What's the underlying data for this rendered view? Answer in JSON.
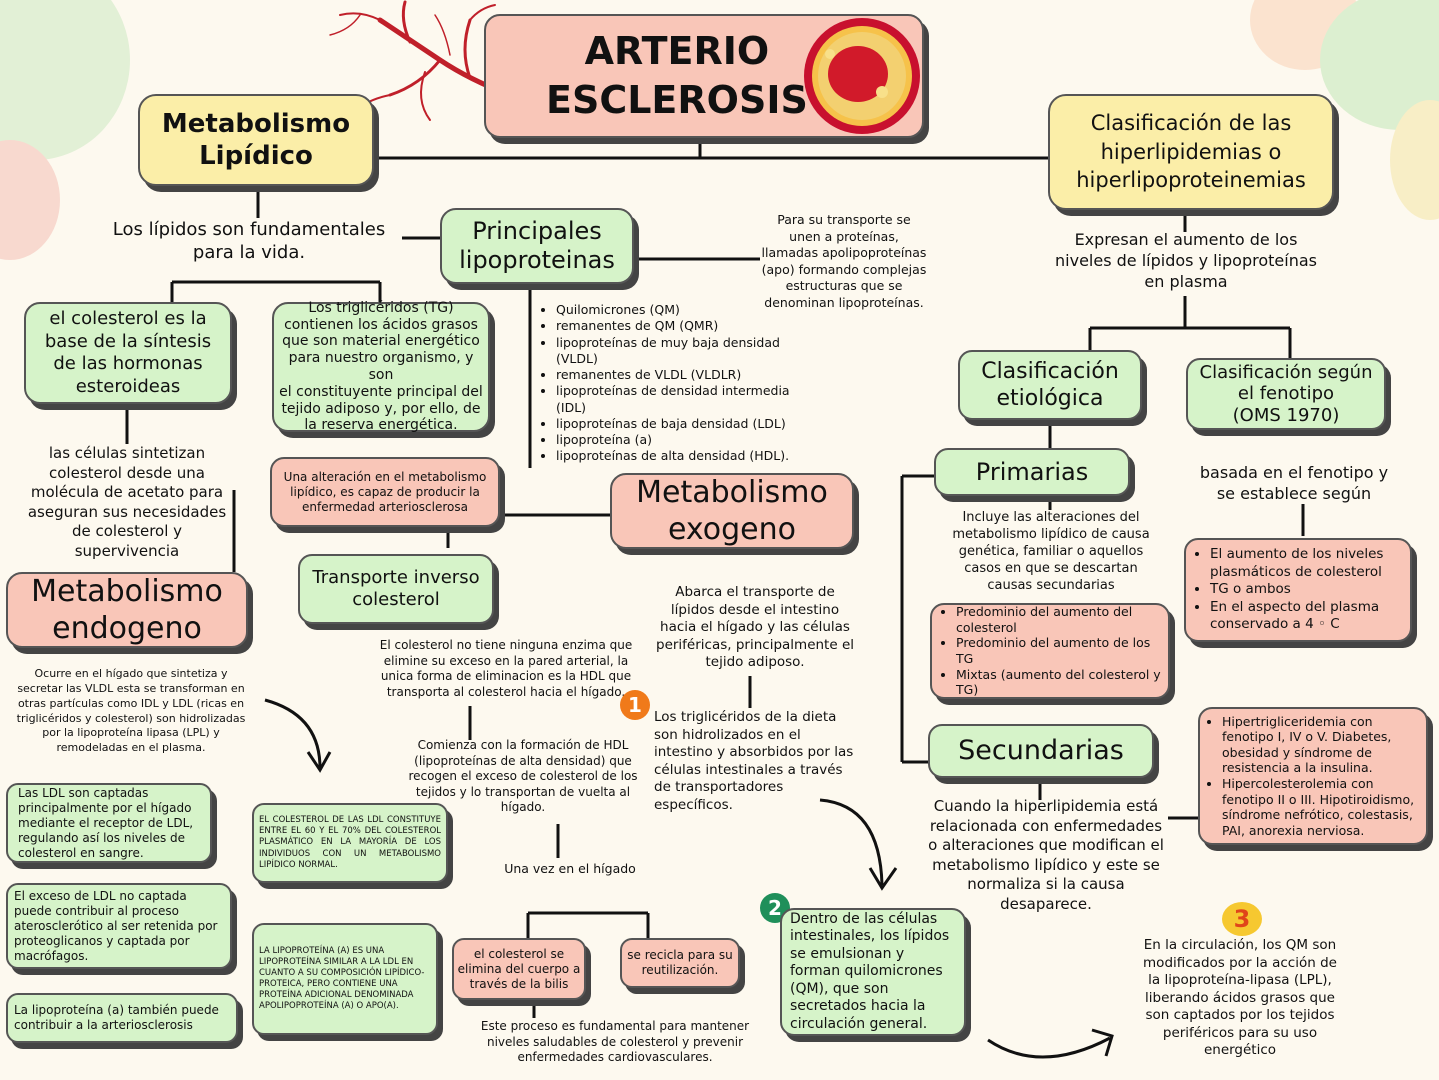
{
  "title": "ARTERIO\nESCLEROSIS",
  "colors": {
    "yellow": "#fbeea8",
    "green": "#d6f3c9",
    "pink": "#f9c6b8",
    "orange_badge": "#f07a1a",
    "green_badge": "#1f8f5a",
    "yellow_badge": "#f6c830"
  },
  "icons": {
    "vessels": "blood-vessels-icon",
    "artery": "artery-plaque-icon"
  },
  "metabolismo_lipidico": {
    "title": "Metabolismo\nLipídico",
    "intro": "Los lípidos son fundamentales\npara la vida.",
    "colesterol": "el colesterol es la\nbase de la síntesis\nde las hormonas\nesteroideas",
    "trigliceridos": "Los triglicéridos (TG)\ncontienen los ácidos grasos\nque son material energético\npara nuestro organismo, y son\nel constituyente principal del\ntejido adiposo y, por ello, de\nla reserva energética.",
    "celulas": "las células sintetizan\ncolesterol desde una\nmolécula de acetato para\naseguran sus necesidades\nde colesterol y\nsupervivencia"
  },
  "lipoproteinas": {
    "title": "Principales\nlipoproteinas",
    "transport_note": "Para su transporte se\nunen a proteínas,\nllamadas apolipoproteínas\n(apo) formando complejas\nestructuras que se\ndenominan lipoproteínas.",
    "items": [
      "Quilomicrones (QM)",
      "remanentes de QM (QMR)",
      "lipoproteínas de muy baja densidad (VLDL)",
      " remanentes de VLDL (VLDLR)",
      "lipoproteínas de densidad intermedia (IDL)",
      " lipoproteínas de baja densidad (LDL)",
      "lipoproteína (a)",
      " lipoproteínas de alta densidad (HDL)."
    ]
  },
  "alteracion": "Una alteración en el metabolismo\nlipídico, es capaz de producir la\nenfermedad arteriosclerosa",
  "endogeno": {
    "title": "Metabolismo\nendogeno",
    "description": "Ocurre en el hígado que sintetiza y\nsecretar las VLDL esta se transforman en\notras partículas como IDL y LDL (ricas en\ntriglicéridos y colesterol) son hidrolizadas\npor la lipoproteína lipasa (LPL) y\nremodeladas en el plasma.",
    "ldl_captadas": "Las LDL son captadas principalmente por el hígado mediante el receptor de LDL, regulando así los niveles de colesterol en sangre.",
    "exceso_ldl": "El exceso de LDL no captada puede contribuir al proceso aterosclerótico al ser retenida por proteoglicanos y captada por macrófagos.",
    "lpa": "La lipoproteína (a) también puede contribuir a la arteriosclerosis",
    "colesterol_ldl": "EL COLESTEROL DE LAS LDL CONSTITUYE ENTRE EL 60 Y EL 70% DEL COLESTEROL PLASMÁTICO EN LA MAYORÍA DE LOS INDIVIDUOS CON UN METABOLISMO LIPÍDICO NORMAL.",
    "lpa_detail": "LA LIPOPROTEÍNA (A) ES UNA LIPOPROTEÍNA SIMILAR A LA LDL EN CUANTO A SU COMPOSICIÓN LIPÍDICO-PROTEICA, PERO CONTIENE UNA PROTEÍNA ADICIONAL DENOMINADA APOLIPOPROTEÍNA (A) O APO(A)."
  },
  "transporte_inverso": {
    "title": "Transporte inverso\ncolesterol",
    "description": "El colesterol no tiene ninguna enzima que\nelimine su exceso en la pared arterial, la\nunica forma de eliminacion es la HDL que\ntransporta al colesterol hacia el hígado.",
    "hdl": "Comienza con la formación de HDL\n(lipoproteínas de alta densidad) que\nrecogen el exceso de colesterol de los\ntejidos y lo transportan de vuelta al\nhígado.",
    "higado": "Una vez en el hígado",
    "elimina": "el colesterol se\nelimina del cuerpo a\ntravés de la bilis",
    "recicla": "se recicla para su\nreutilización.",
    "proceso": "Este proceso es fundamental para mantener\nniveles saludables de colesterol y prevenir\nenfermedades cardiovasculares."
  },
  "exogeno": {
    "title": "Metabolismo\nexogeno",
    "description": "Abarca el transporte de\nlípidos desde el intestino\nhacia el hígado y las células\nperiféricas, principalmente el\ntejido adiposo.",
    "step1_badge": "1",
    "step1": "Los triglicéridos de la dieta\nson hidrolizados en el\nintestino y absorbidos por las\ncélulas intestinales a través\nde transportadores\nespecíficos.",
    "step2_badge": "2",
    "step2": "Dentro de las células intestinales, los lípidos se emulsionan y forman quilomicrones (QM), que son secretados hacia la circulación general.",
    "step3_badge": "3",
    "step3": "En la circulación, los QM son\nmodificados por la acción de\nla lipoproteína-lipasa (LPL),\nliberando ácidos grasos que\nson captados por los tejidos\nperiféricos para su uso\nenergético"
  },
  "clasificacion": {
    "title": "Clasificación de las\nhiperlipidemias o\nhiperlipoproteinemias",
    "description": "Expresan el aumento de los\nniveles de lípidos y lipoproteínas\nen plasma",
    "etiologica": "Clasificación\netiológica",
    "fenotipo": "Clasificación según\nel fenotipo\n(OMS 1970)",
    "fenotipo_desc": "basada en el fenotipo y\nse establece según",
    "fenotipo_items": [
      "El aumento de los niveles plasmáticos de colesterol",
      "TG o ambos",
      " En el aspecto del plasma conservado a 4 ◦ C"
    ],
    "primarias": "Primarias",
    "primarias_desc": "Incluye las alteraciones del\nmetabolismo lipídico de causa\ngenética, familiar  o aquellos\ncasos en que se descartan\ncausas secundarias",
    "primarias_items": [
      "Predominio del aumento del colesterol",
      "Predominio del aumento de los TG",
      "Mixtas (aumento del colesterol y TG)"
    ],
    "secundarias": "Secundarias",
    "secundarias_desc": "Cuando la hiperlipidemia está\nrelacionada con enfermedades\no alteraciones que modifican el\nmetabolismo lipídico y este se\nnormaliza si la causa\ndesaparece.",
    "secundarias_items": [
      "Hipertrigliceridemia con fenotipo I, IV o V. Diabetes, obesidad y síndrome de resistencia a la insulina.",
      "Hipercolesterolemia con fenotipo II o III. Hipotiroidismo, síndrome nefrótico, colestasis, PAI, anorexia nerviosa."
    ]
  }
}
